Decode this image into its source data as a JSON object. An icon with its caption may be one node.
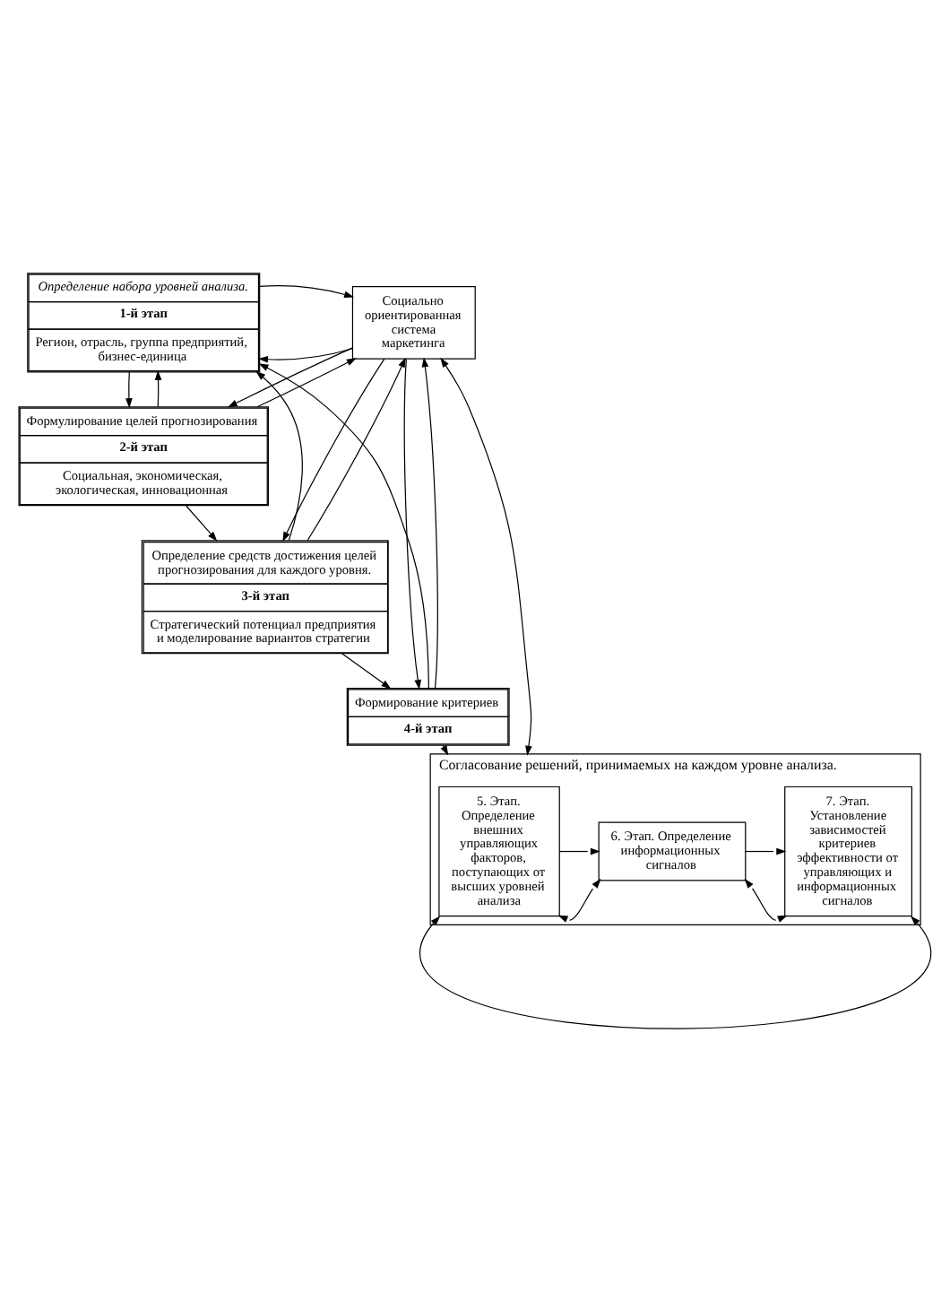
{
  "diagram": {
    "nodes": [
      {
        "text": [
          "Социально ориентированная система маркетинга"
        ]
      },
      {
        "text": [
          "Определение набора уровней анализа.",
          "1-й этап",
          "Регион, отрасль, группа предприятий, бизнес-единица"
        ]
      },
      {
        "text": [
          "Формулирование целей прогнозирования",
          "2-й этап",
          "Социальная, экономическая, экологическая, инновационная"
        ]
      },
      {
        "text": [
          "Определение средств достижения целей прогнозирования для каждого уровня.",
          "3-й этап",
          "Стратегический потенциал предприятия и моделирование вариантов стратегии"
        ]
      },
      {
        "text": [
          "Формирование критериев",
          "4-й этап"
        ]
      },
      {
        "text": [
          "Согласование решений, принимаемых на каждом уровне анализа."
        ]
      },
      {
        "text": [
          "5. Этап. Определение внешних управляющих факторов, поступающих от высших уровней анализа"
        ],
        "in": 5
      },
      {
        "text": [
          "6. Этап. Определение информационных сигналов"
        ],
        "in": 5
      },
      {
        "text": [
          "7. Этап. Установление зависимостей критериев эффективности от управляющих и информационных сигналов"
        ],
        "in": 5
      }
    ],
    "edges": [
      {
        "from": 0,
        "to": 1,
        "arrow": "to"
      },
      {
        "from": 0,
        "to": 2,
        "arrow": "to"
      },
      {
        "from": 0,
        "to": 3,
        "arrow": "to"
      },
      {
        "from": 0,
        "to": 4,
        "arrow": "to"
      },
      {
        "from": 1,
        "to": 0,
        "arrow": "to"
      },
      {
        "from": 1,
        "to": 2,
        "arrow": "to"
      },
      {
        "from": 2,
        "to": 0,
        "arrow": "to"
      },
      {
        "from": 2,
        "to": 3,
        "arrow": "to"
      },
      {
        "from": 2,
        "to": 1,
        "arrow": "to"
      },
      {
        "from": 3,
        "to": 0,
        "arrow": "to"
      },
      {
        "from": 3,
        "to": 4,
        "arrow": "to"
      },
      {
        "from": 3,
        "to": 1,
        "arrow": "to"
      },
      {
        "from": 4,
        "to": 0,
        "arrow": "to"
      },
      {
        "from": 4,
        "to": 5,
        "arrow": "to"
      },
      {
        "from": 4,
        "to": 1,
        "arrow": "to"
      },
      {
        "from": 0,
        "to": 5,
        "arrow": "both"
      },
      {
        "from": 6,
        "to": 7,
        "arrow": "to"
      },
      {
        "from": 7,
        "to": 8,
        "arrow": "to"
      },
      {
        "from": 6,
        "to": 7,
        "arrow": "both"
      },
      {
        "from": 7,
        "to": 8,
        "arrow": "both"
      },
      {
        "from": 6,
        "to": 8,
        "arrow": "both"
      }
    ]
  }
}
